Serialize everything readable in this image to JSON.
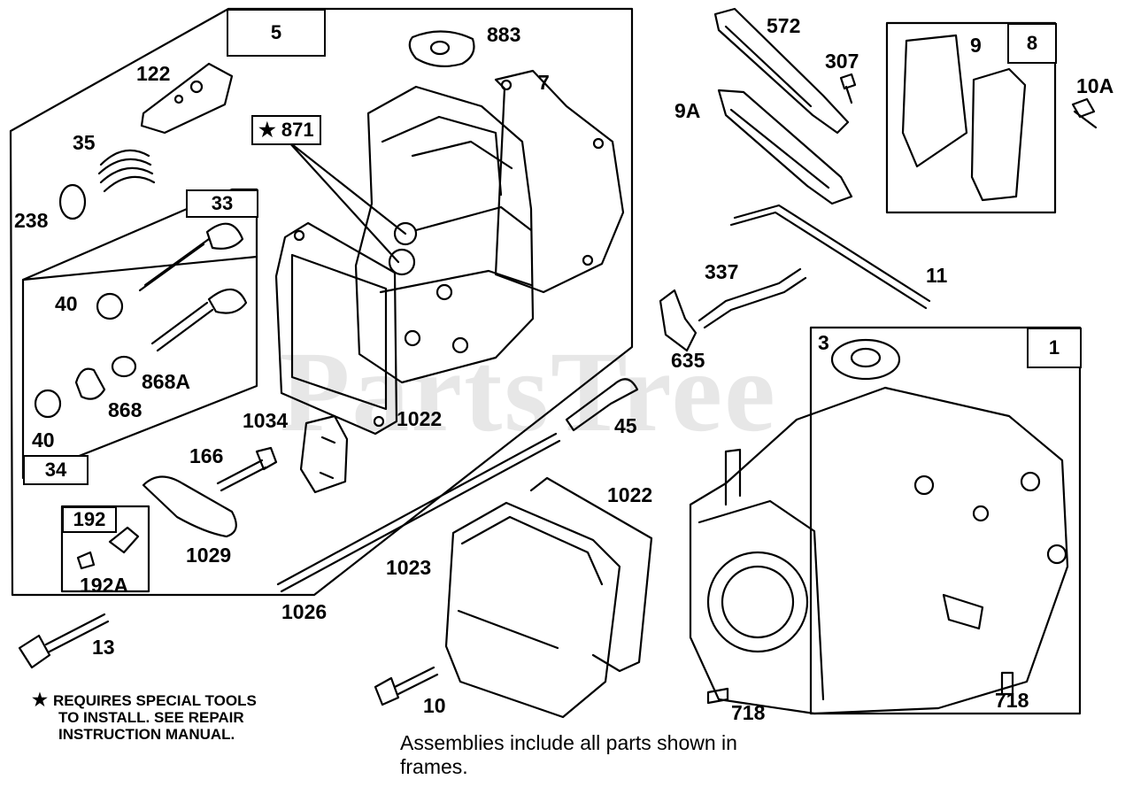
{
  "watermark": "PartsTree",
  "frames": {
    "frame_5": "5",
    "frame_33": "33",
    "frame_34": "34",
    "frame_192": "192",
    "frame_8": "8",
    "frame_1": "1"
  },
  "labels": {
    "p883": "883",
    "p7": "7",
    "p122": "122",
    "p871": "871",
    "p35": "35",
    "p238": "238",
    "p40a": "40",
    "p868A": "868A",
    "p868": "868",
    "p40b": "40",
    "p1034": "1034",
    "p1022a": "1022",
    "p166": "166",
    "p1029": "1029",
    "p192A": "192A",
    "p572": "572",
    "p307": "307",
    "p9A": "9A",
    "p9": "9",
    "p10A": "10A",
    "p337": "337",
    "p11": "11",
    "p635": "635",
    "p45": "45",
    "p3": "3",
    "p1022b": "1022",
    "p1023": "1023",
    "p1026": "1026",
    "p13": "13",
    "p10": "10",
    "p718a": "718",
    "p718b": "718"
  },
  "note": {
    "star": "★",
    "line1": "REQUIRES SPECIAL TOOLS",
    "line2": "TO INSTALL.  SEE REPAIR",
    "line3": "INSTRUCTION MANUAL."
  },
  "footer": {
    "line1": "Assemblies include all parts shown in",
    "line2": "frames."
  }
}
